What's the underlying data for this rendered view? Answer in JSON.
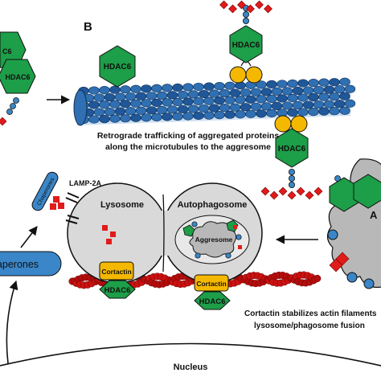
{
  "panel_label": "B",
  "hdac6_label": "HDAC6",
  "cortactin_label": "Cortactin",
  "aggresome_label": "Aggresome",
  "lysosome_label": "Lysosome",
  "autophagosome_label": "Autophagosome",
  "lamp2a_label": "LAMP-2A",
  "chaperones_label": "Chaperones",
  "chaperones_oval_label": "Chaperones",
  "nucleus_label": "Nucleus",
  "caption_trafficking": {
    "line1": "Retrograde trafficking of aggregated proteins",
    "line2": "along the microtubules to the aggresome"
  },
  "caption_cortactin": {
    "line1": "Cortactin stabilizes actin filaments",
    "line2": "lysosome/phagosome fusion"
  },
  "colors": {
    "hdac6_green": "#1d9e48",
    "microtubule_blue": "#2f6fb2",
    "microtubule_light": "#cfe0f2",
    "actin_red": "#cc1111",
    "cortactin_yellow": "#f5b800",
    "chaperone_blue": "#3a86c8",
    "organelle_gray": "#d9d9d9",
    "aggregate_red": "#e01b1b"
  }
}
